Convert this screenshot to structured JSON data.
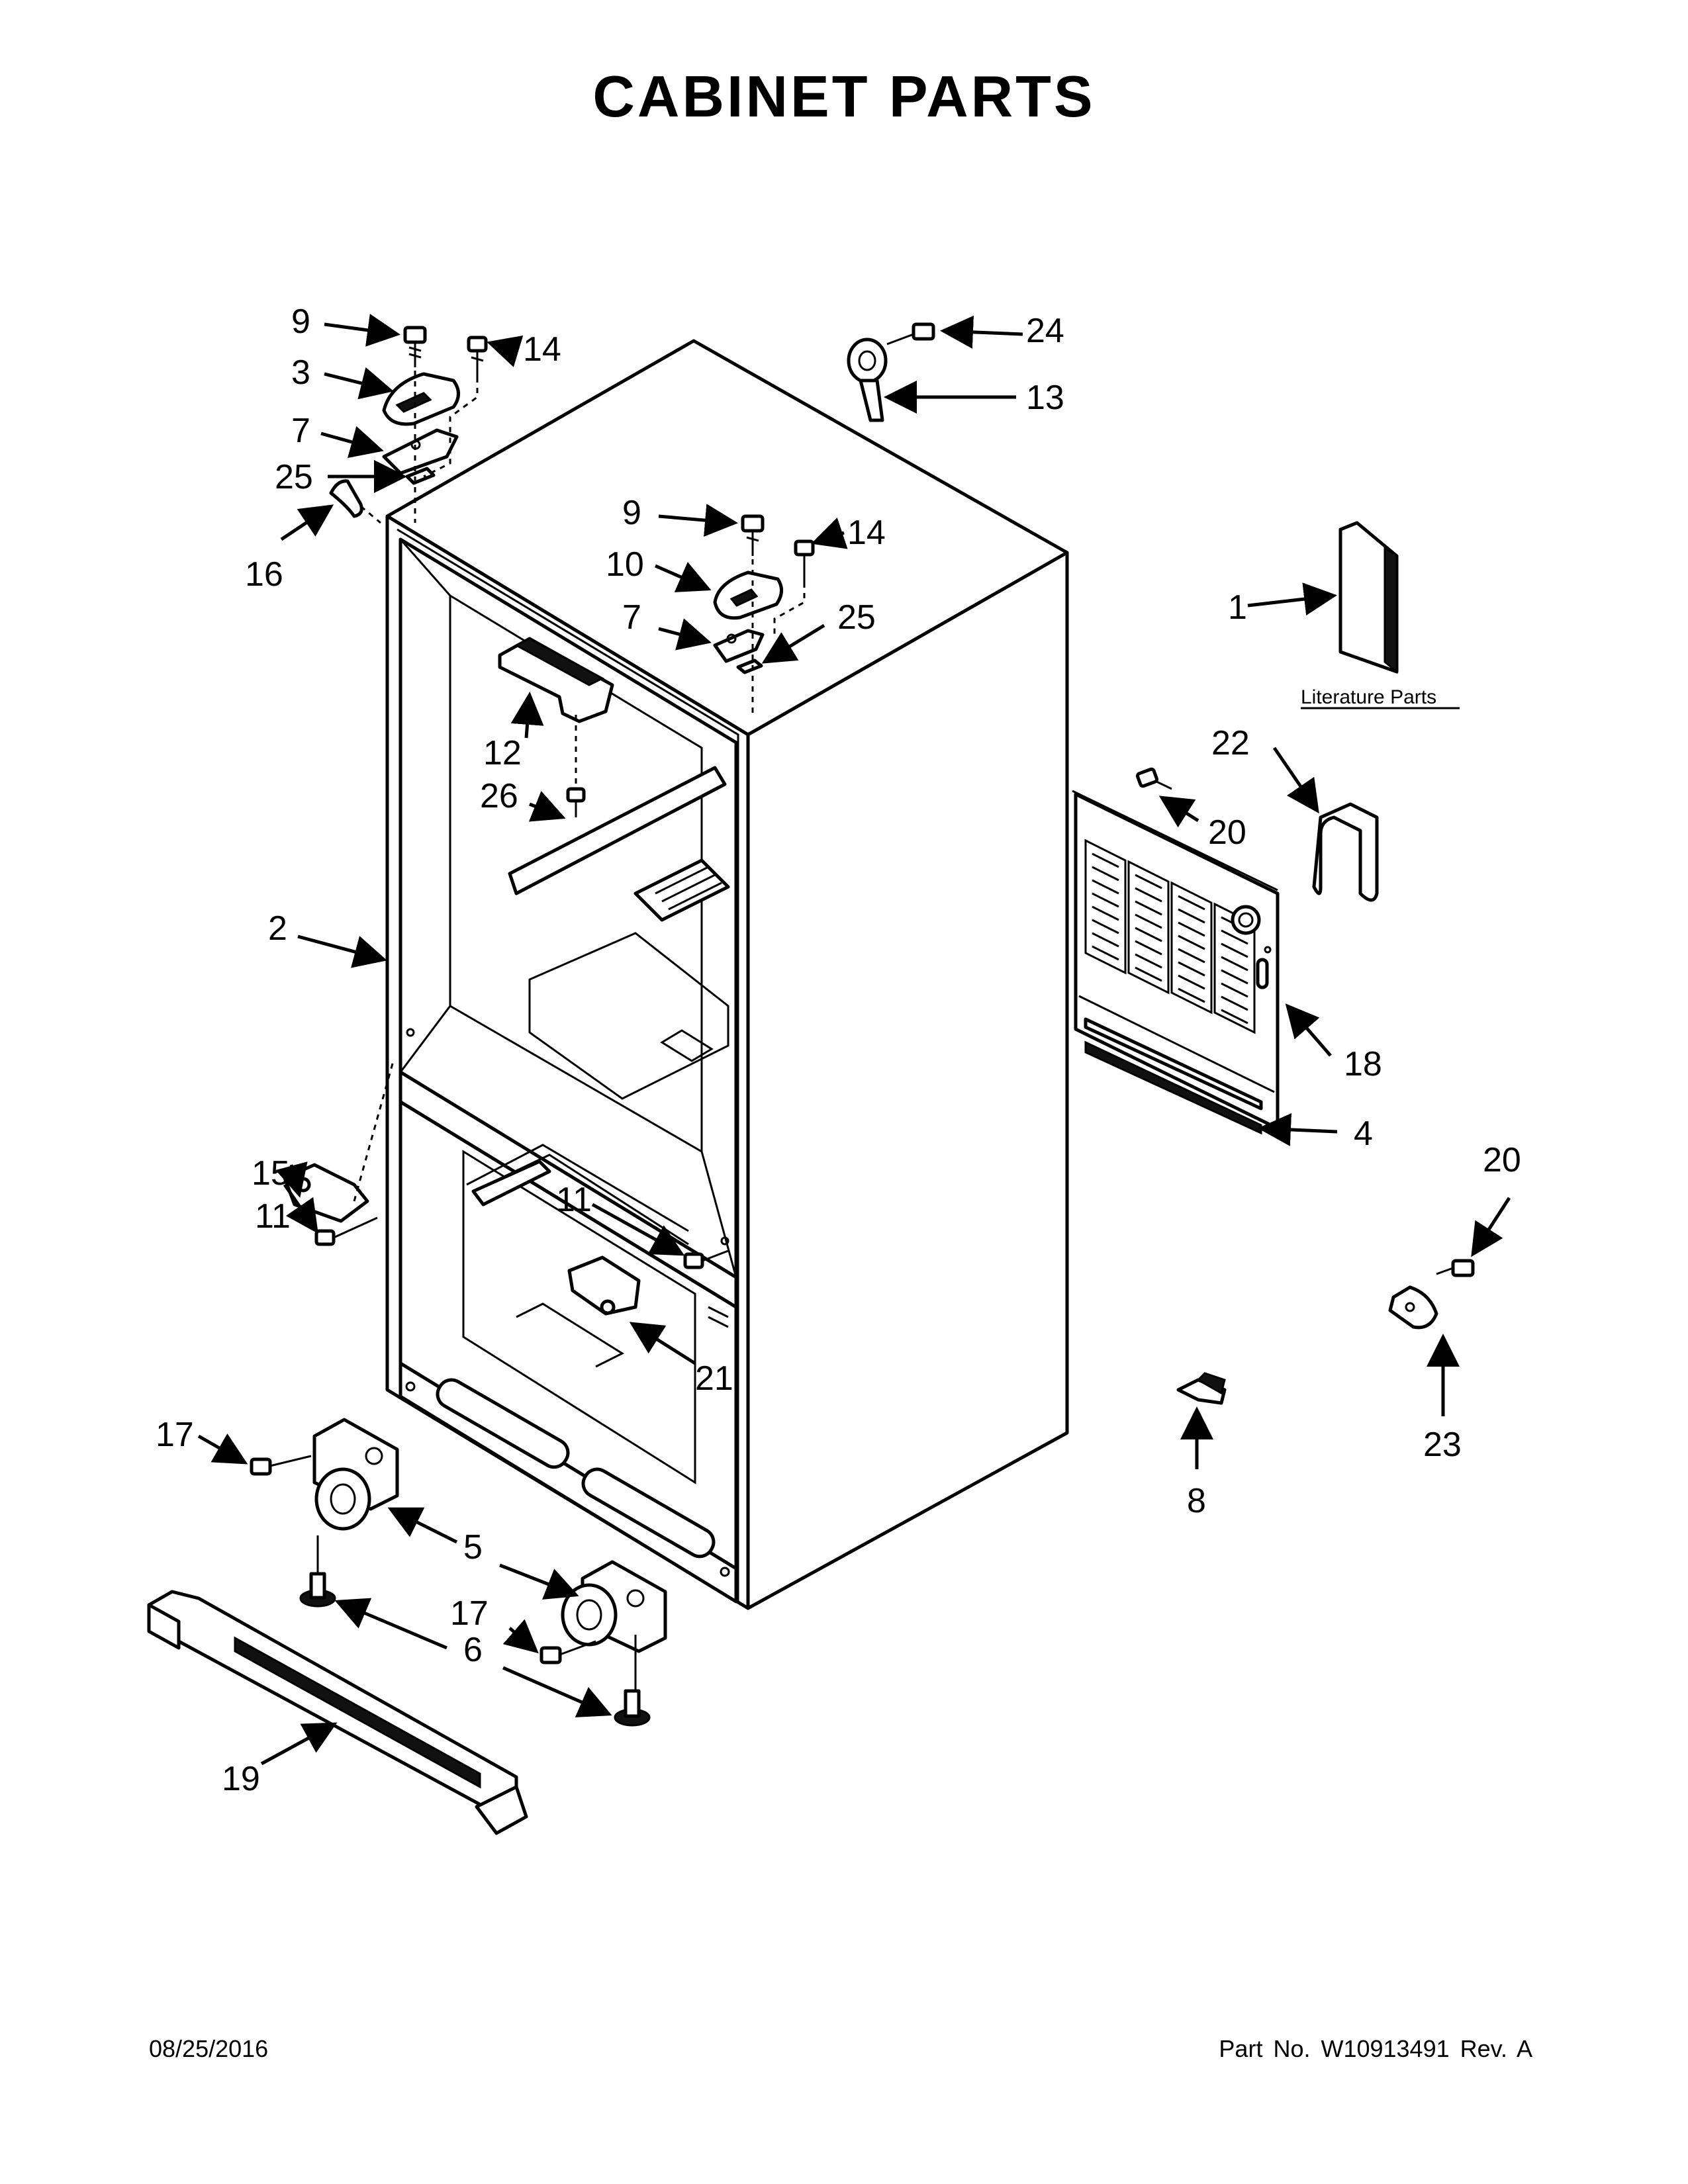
{
  "title": "CABINET PARTS",
  "footer": {
    "date": "08/25/2016",
    "part_number": "Part No.  W10913491  Rev.  A"
  },
  "literature_label": "Literature Parts",
  "callouts": [
    {
      "id": "c1",
      "label": "1"
    },
    {
      "id": "c2",
      "label": "2"
    },
    {
      "id": "c3",
      "label": "3"
    },
    {
      "id": "c4",
      "label": "4"
    },
    {
      "id": "c5",
      "label": "5"
    },
    {
      "id": "c6",
      "label": "6"
    },
    {
      "id": "c7a",
      "label": "7"
    },
    {
      "id": "c7b",
      "label": "7"
    },
    {
      "id": "c8",
      "label": "8"
    },
    {
      "id": "c9a",
      "label": "9"
    },
    {
      "id": "c9b",
      "label": "9"
    },
    {
      "id": "c10",
      "label": "10"
    },
    {
      "id": "c11a",
      "label": "11"
    },
    {
      "id": "c11b",
      "label": "11"
    },
    {
      "id": "c12",
      "label": "12"
    },
    {
      "id": "c13",
      "label": "13"
    },
    {
      "id": "c14a",
      "label": "14"
    },
    {
      "id": "c14b",
      "label": "14"
    },
    {
      "id": "c15",
      "label": "15"
    },
    {
      "id": "c16",
      "label": "16"
    },
    {
      "id": "c17a",
      "label": "17"
    },
    {
      "id": "c17b",
      "label": "17"
    },
    {
      "id": "c18",
      "label": "18"
    },
    {
      "id": "c19",
      "label": "19"
    },
    {
      "id": "c20a",
      "label": "20"
    },
    {
      "id": "c20b",
      "label": "20"
    },
    {
      "id": "c21",
      "label": "21"
    },
    {
      "id": "c22",
      "label": "22"
    },
    {
      "id": "c23",
      "label": "23"
    },
    {
      "id": "c24",
      "label": "24"
    },
    {
      "id": "c25a",
      "label": "25"
    },
    {
      "id": "c25b",
      "label": "25"
    },
    {
      "id": "c26",
      "label": "26"
    }
  ]
}
